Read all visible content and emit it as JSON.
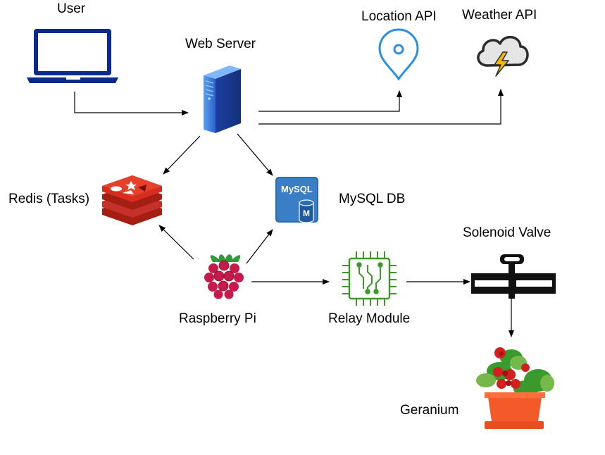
{
  "labels": {
    "user": "User",
    "web_server": "Web Server",
    "location_api": "Location API",
    "weather_api": "Weather API",
    "redis": "Redis (Tasks)",
    "mysql": "MySQL DB",
    "raspberry_pi": "Raspberry Pi",
    "relay_module": "Relay Module",
    "solenoid_valve": "Solenoid Valve",
    "geranium": "Geranium"
  },
  "icon_text": {
    "mysql_logo": "MySQL",
    "mysql_badge": "M"
  },
  "icons": {
    "user": "laptop-icon",
    "web_server": "server-icon",
    "location_api": "map-pin-icon",
    "weather_api": "storm-cloud-icon",
    "redis": "redis-icon",
    "mysql": "mysql-icon",
    "raspberry_pi": "raspberry-pi-icon",
    "relay_module": "chip-icon",
    "solenoid_valve": "valve-icon",
    "geranium": "potted-flower-icon"
  },
  "colors": {
    "laptop": "#0b2a8a",
    "server": "#2f6fd0",
    "location_pin": "#2b8fe0",
    "redis": "#c6302b",
    "mysql": "#2a6db5",
    "raspberry": "#c51a4a",
    "relay": "#3c9a28",
    "pot": "#f4592a",
    "flower": "#d41f1f"
  }
}
